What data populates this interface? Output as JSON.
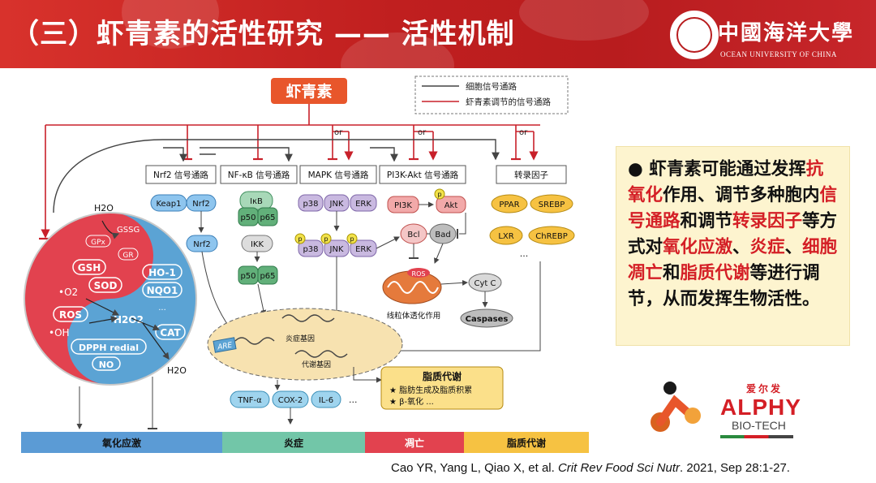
{
  "header": {
    "title": "（三）虾青素的活性研究 —— 活性机制",
    "university_cn": "中國海洋大學",
    "university_en": "OCEAN UNIVERSITY OF CHINA"
  },
  "diagram": {
    "source": "虾青素",
    "legend": {
      "cell": "细胞信号通路",
      "regulated": "虾青素调节的信号通路"
    },
    "or_label": "or",
    "pathways": {
      "nrf2": "Nrf2 信号通路",
      "nfkb": "NF-κB 信号通路",
      "mapk": "MAPK 信号通路",
      "pi3k": "PI3K-Akt 信号通路",
      "tf": "转录因子"
    },
    "nodes": {
      "keap1": "Keap1",
      "nrf2": "Nrf2",
      "nrf2b": "Nrf2",
      "ikb": "IκB",
      "p50": "p50",
      "p65": "p65",
      "ikk": "IKK",
      "p50b": "p50",
      "p65b": "p65",
      "p38": "p38",
      "jnk": "JNK",
      "erk": "ERK",
      "p38b": "p38",
      "jnkb": "JNK",
      "erkb": "ERK",
      "p": "p",
      "pi3k": "PI3K",
      "akt": "Akt",
      "bcl": "Bcl",
      "bad": "Bad",
      "ros": "ROS",
      "cytc": "Cyt C",
      "caspases": "Caspases",
      "mito": "线粒体透化作用",
      "ppar": "PPAR",
      "srebp": "SREBP",
      "lxr": "LXR",
      "chrebp": "ChREBP",
      "dots": "...",
      "yy": {
        "h2o_top": "H2O",
        "gssg": "GSSG",
        "gpx": "GPx",
        "gr": "GR",
        "gsh": "GSH",
        "sod": "SOD",
        "ho1": "HO-1",
        "nqo1": "NQO1",
        "o2": "•O2",
        "ros": "ROS",
        "h2o2": "H2O2",
        "oh": "•OH",
        "cat": "CAT",
        "dpph": "DPPH redial",
        "no": "NO",
        "h2o_bottom": "H2O"
      },
      "are": "ARE",
      "inflam_genes": "炎症基因",
      "metab_genes": "代谢基因",
      "tnf": "TNF-α",
      "cox2": "COX-2",
      "il6": "IL-6",
      "lipid_title": "脂质代谢",
      "lipid_item1": "★ 脂肪生成及脂质积累",
      "lipid_item2": "★ β-氧化 ..."
    },
    "categories": [
      {
        "label": "氧化应激",
        "color": "#5b9bd5"
      },
      {
        "label": "炎症",
        "color": "#72c6a8"
      },
      {
        "label": "凋亡",
        "color": "#e2424f"
      },
      {
        "label": "脂质代谢",
        "color": "#f6c242"
      }
    ]
  },
  "note": {
    "t1": "● 虾青素可能通过发挥",
    "t2": "抗氧化",
    "t3": "作用、调节多种胞内",
    "t4": "信号通路",
    "t5": "和调节",
    "t6": "转录因子",
    "t7": "等方式对",
    "t8": "氧化应激",
    "t9": "、",
    "t10": "炎症",
    "t11": "、",
    "t12": "细胞凋亡",
    "t13": "和",
    "t14": "脂质代谢",
    "t15": "等进行调节，从而发挥生物活性。"
  },
  "citation": {
    "authors": "Cao YR, Yang L, Qiao X, et al. ",
    "journal": "Crit Rev Food Sci Nutr",
    "rest": ". 2021, Sep 28:1-27."
  },
  "logo": {
    "cn": "爱尔发",
    "main": "ALPHY",
    "sub": "BIO-TECH"
  },
  "colors": {
    "banner": "#c01f1f",
    "accent_red": "#d41f26",
    "note_bg": "#fdf4cf"
  }
}
